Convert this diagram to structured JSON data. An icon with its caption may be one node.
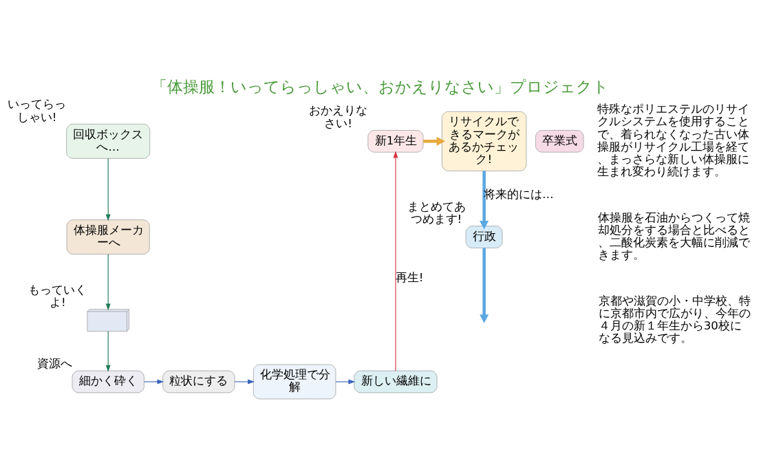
{
  "diagram": {
    "title": "「体操服！いってらっしゃい、おかえりなさい」プロジェクト",
    "nodes": [
      {
        "text": [
          "新1年生"
        ],
        "beside": [
          "おかえりなさい!"
        ]
      },
      {
        "text": [
          "卒業式"
        ]
      },
      {
        "text": [
          "リサイクルできるマークがあるかチェック!"
        ]
      },
      {
        "text": [
          "回収ボックスへ…"
        ],
        "beside": [
          "いってらっしゃい!"
        ]
      },
      {
        "text": [
          "体操服メーカーへ"
        ]
      },
      {
        "text": [],
        "shape": "picture",
        "beside": [
          "もっていくよ!"
        ]
      },
      {
        "text": [
          "細かく砕く"
        ],
        "beside": [
          "資源へ"
        ]
      },
      {
        "text": [
          "粒状にする"
        ]
      },
      {
        "text": [
          "化学処理で分解"
        ]
      },
      {
        "text": [
          "新しい繊維に"
        ]
      },
      {
        "text": [
          "行政"
        ],
        "beside": [
          "まとめてあつめます!"
        ]
      }
    ],
    "edges": [
      {
        "from": 0,
        "to": 2,
        "arrow": "to",
        "style": "thick",
        "color": "#e8a93c"
      },
      {
        "from": 3,
        "to": 4,
        "arrow": "to",
        "color": "#1f7a55"
      },
      {
        "from": 4,
        "to": 5,
        "arrow": "to",
        "color": "#1f7a55"
      },
      {
        "from": 5,
        "to": 6,
        "arrow": "to",
        "color": "#1f7a55"
      },
      {
        "from": 6,
        "to": 7,
        "arrow": "to",
        "color": "#3a64b8"
      },
      {
        "from": 7,
        "to": 8,
        "arrow": "to",
        "color": "#3a64b8"
      },
      {
        "from": 8,
        "to": 9,
        "arrow": "to",
        "color": "#3a64b8"
      },
      {
        "from": 9,
        "to": 0,
        "arrow": "to",
        "label": "再生!",
        "color": "#d8323f"
      },
      {
        "from": 2,
        "to": 10,
        "arrow": "to",
        "label": "将来的には…",
        "style": "thick",
        "color": "#5aa7e0"
      },
      {
        "from": 10,
        "to": null,
        "arrow": "to",
        "style": "thick",
        "color": "#5aa7e0"
      }
    ],
    "labels": [
      "特殊なポリエステルのリサイクルシステムを使用することで、着られなくなった古い体操服がリサイクル工場を経て、まっさらな新しい体操服に生まれ変わり続けます。",
      "体操服を石油からつくって焼却処分をする場合と比べると、二酸化炭素を大幅に削減できます。",
      "京都や滋賀の小・中学校、特に京都市内で広がり、今年の４月の新１年生から30校になる見込みです。"
    ]
  }
}
